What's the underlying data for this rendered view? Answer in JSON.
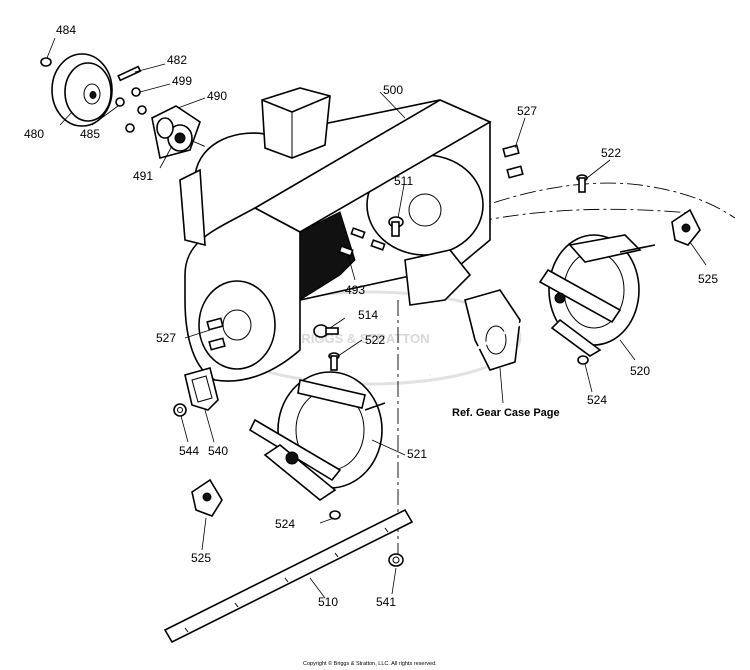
{
  "callouts": {
    "c484": "484",
    "c482": "482",
    "c499": "499",
    "c490": "490",
    "c500": "500",
    "c527a": "527",
    "c480": "480",
    "c485": "485",
    "c491": "491",
    "c511": "511",
    "c522a": "522",
    "c525a": "525",
    "c493": "493",
    "c527b": "527",
    "c514": "514",
    "c522b": "522",
    "c520": "520",
    "c524a": "524",
    "c544": "544",
    "c540": "540",
    "c521": "521",
    "c524b": "524",
    "c525b": "525",
    "c510": "510",
    "c541": "541"
  },
  "reference_label": "Ref. Gear Case Page",
  "watermark": "BRIGGS & STRATTON",
  "copyright": "Copyright © Briggs & Stratton, LLC. All rights reserved."
}
